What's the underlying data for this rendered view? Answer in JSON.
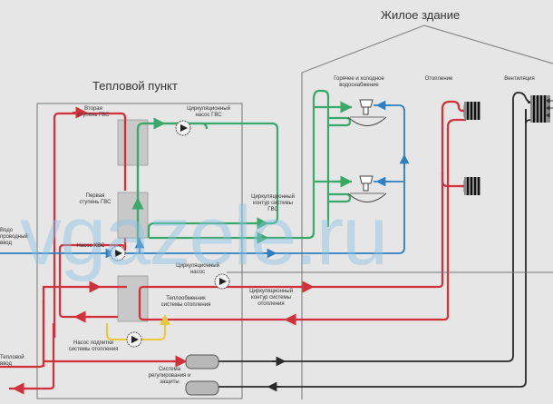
{
  "titles": {
    "heat_point": "Тепловой пункт",
    "residential_building": "Жилое здание"
  },
  "labels": {
    "dhw_second_stage": "Вторая\nступень ГВС",
    "dhw_circ_pump": "Циркуляционный\nнасос ГВС",
    "dhw_first_stage": "Первая\nступень ГВС",
    "water_inlet": "Водо\nпроводный\nввод",
    "cold_water_pump": "Насос ХВС",
    "circ_heating_pump": "Циркуляционный\nнасос",
    "heating_exchanger": "Теплообменник\nсистемы отопления",
    "heating_fill_pump": "Насос подпитки\nсистемы отопления",
    "heat_inlet": "Тепловой\nввод",
    "regulation_system": "Система\nрегулирования и\nзащиты",
    "dhw_circ_loop": "Циркуляционный\nконтур системы\nГВС",
    "heating_circ_loop": "Циркуляционный\nконтур системы\nотопления",
    "hot_cold_water": "Горячее и холодное\nводоснабжение",
    "heating": "Отопление",
    "ventilation": "Вентиляция"
  },
  "watermark": "vgazele.ru",
  "colors": {
    "heating_red": "#d0313a",
    "dhw_green": "#3aa86a",
    "cold_blue": "#2f7fc0",
    "fill_yellow": "#e8c93a",
    "vent_black": "#2a2a2a",
    "outline_gray": "#8a8a8a",
    "exchanger_gray": "#c6c6c6"
  }
}
